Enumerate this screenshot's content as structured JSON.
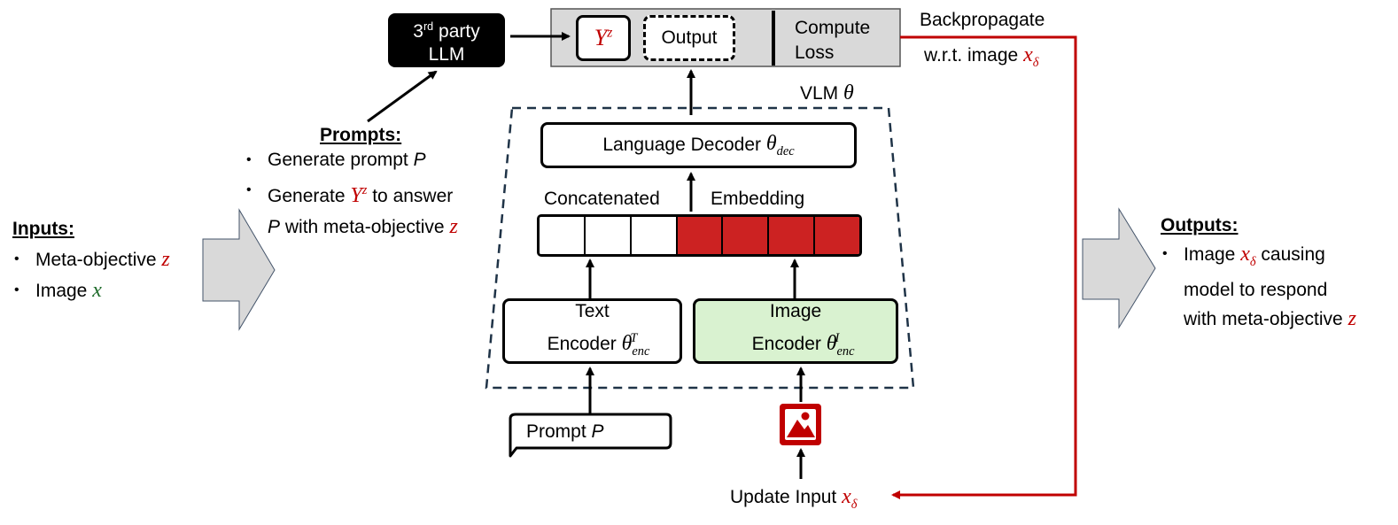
{
  "inputs": {
    "heading": "Inputs:",
    "items": [
      {
        "text": "Meta-objective",
        "math": "z"
      },
      {
        "text": "Image",
        "math": "x"
      }
    ]
  },
  "prompts": {
    "heading": "Prompts:",
    "line1_text": "Generate prompt",
    "line1_math": "P",
    "line2_pre": "Generate",
    "line2_math": "Y",
    "line2_sup": "z",
    "line2_post": "to answer",
    "line3_math_p": "P",
    "line3_text": "with meta-objective",
    "line3_math_z": "z"
  },
  "llm": {
    "line1_num": "3",
    "line1_sup": "rd",
    "line1_text": "party",
    "line2": "LLM"
  },
  "compute_bar": {
    "yz_math": "Y",
    "yz_sup": "z",
    "output_label": "Output",
    "compute_line1": "Compute",
    "compute_line2": "Loss"
  },
  "backprop": {
    "line1": "Backpropagate",
    "line2": "w.r.t. image",
    "math": "x",
    "sub": "δ"
  },
  "vlm": {
    "label": "VLM",
    "math": "θ"
  },
  "decoder": {
    "text": "Language Decoder",
    "math": "θ",
    "sub": "dec"
  },
  "embedding": {
    "left_label": "Concatenated",
    "right_label": "Embedding",
    "text_cells": 3,
    "image_cells": 4
  },
  "text_encoder": {
    "line1": "Text",
    "line2": "Encoder",
    "math": "θ",
    "sub": "enc",
    "sup": "T"
  },
  "image_encoder": {
    "line1": "Image",
    "line2": "Encoder",
    "math": "θ",
    "sub": "enc",
    "sup": "I"
  },
  "prompt_box": {
    "text": "Prompt",
    "math": "P"
  },
  "update_input": {
    "text": "Update Input",
    "math": "x",
    "sub": "δ"
  },
  "outputs": {
    "heading": "Outputs:",
    "line1_text": "Image",
    "line1_math": "x",
    "line1_sub": "δ",
    "line1_post": "causing",
    "line2": "model to respond",
    "line3_text": "with meta-objective",
    "line3_math": "z"
  },
  "colors": {
    "red": "#c00000",
    "embedding_red": "#cc2222",
    "green_fill": "#d9f2d0",
    "bar_gray": "#d9d9d9",
    "arrow_gray": "#d9d9d9",
    "dark_dash": "#1f3347"
  },
  "icons": {
    "image": "image-icon",
    "speech_bubble": "speech-bubble-icon"
  }
}
